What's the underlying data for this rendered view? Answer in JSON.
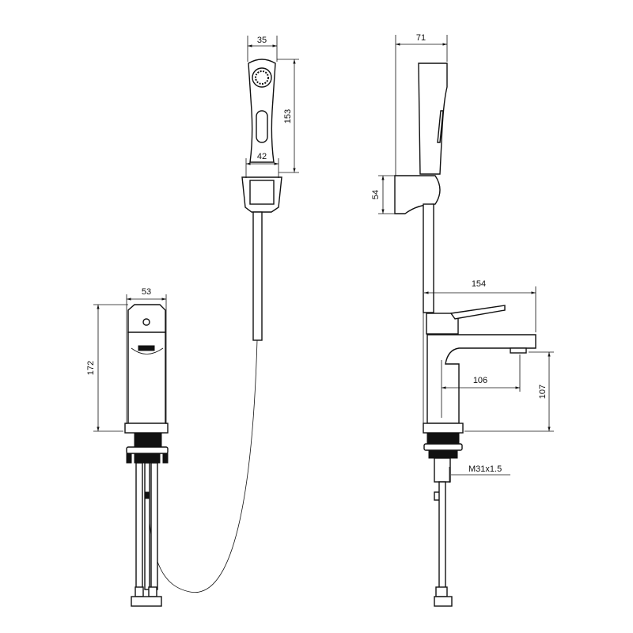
{
  "dimensions": {
    "handshower_width": "35",
    "handshower_height": "153",
    "holder_width": "42",
    "handshower_depth": "71",
    "holder_height": "54",
    "faucet_width": "53",
    "faucet_height": "172",
    "spout_reach_total": "154",
    "spout_reach": "106",
    "spout_height": "107",
    "thread": "M31x1.5"
  }
}
